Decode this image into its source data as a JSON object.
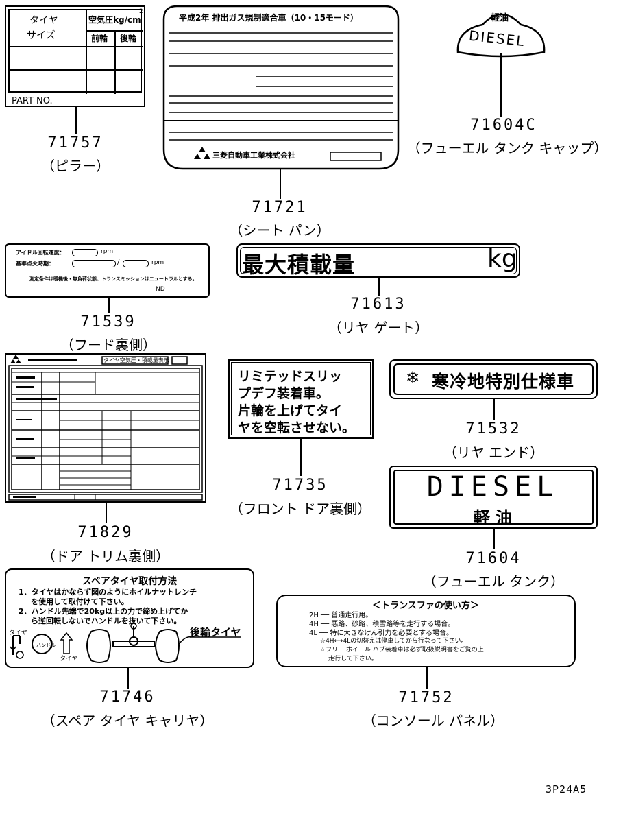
{
  "parts": [
    {
      "number": "71757",
      "caption": "（ピラー）"
    },
    {
      "number": "71721",
      "caption": "（シート パン）"
    },
    {
      "number": "71604C",
      "caption": "（フューエル タンク キャップ）"
    },
    {
      "number": "71539",
      "caption": "（フード裏側）"
    },
    {
      "number": "71613",
      "caption": "（リヤ ゲート）"
    },
    {
      "number": "71829",
      "caption": "（ドア トリム裏側）"
    },
    {
      "number": "71735",
      "caption": "（フロント ドア裏側）"
    },
    {
      "number": "71532",
      "caption": "（リヤ エンド）"
    },
    {
      "number": "71604",
      "caption": "（フューエル タンク）"
    },
    {
      "number": "71746",
      "caption": "（スペア タイヤ キャリヤ）"
    },
    {
      "number": "71752",
      "caption": "（コンソール パネル）"
    }
  ],
  "tire_label": {
    "tire": "タイヤ",
    "size": "サイズ",
    "pressure": "空気圧kg/cm",
    "sup": "2",
    "front": "前輪",
    "rear": "後輪",
    "part_no": "PART NO."
  },
  "emission_label": {
    "header": "平成2年 排出ガス規制適合車（10・15モード）",
    "maker": "三菱自動車工業株式会社"
  },
  "fuel_cap_label": {
    "top": "軽油",
    "word": "DIESEL"
  },
  "idle_label": {
    "line1": "アイドル回転速度：",
    "line2": "基準点火時期：",
    "rpm": "rpm",
    "note": "測定条件は暖機後・無負荷状態、トランスミッションはニュートラルとする。",
    "code": "ND"
  },
  "maxload_label": {
    "text": "最大積載量",
    "unit": "kg"
  },
  "lsd_label": {
    "lines": [
      "リミテッドスリッ",
      "プデフ装着車。",
      "片輪を上げてタイ",
      "ヤを空転させない。"
    ]
  },
  "cold_label": {
    "text": "寒冷地特別仕様車"
  },
  "diesel_label": {
    "word": "DIESEL",
    "sub": "軽 油"
  },
  "spare_label": {
    "title": "スペアタイヤ取付方法",
    "line1": "1．タイヤはかならず図のようにホイルナットレンチ",
    "line1b": "を使用して取付けて下さい。",
    "line2": "2．ハンドル先端で20kg以上の力で締め上げてか",
    "line2b": "ら逆回転しないでハンドルを抜いて下さい。",
    "rear_tire": "後輪タイヤ",
    "tire_left": "タイヤ",
    "handle": "ハンドル",
    "tire_bottom": "タイヤ"
  },
  "transfer_label": {
    "title": "＜トランスファの使い方＞",
    "row1": "2H ── 普通走行用。",
    "row2": "4H ── 悪路、砂路、積雪路等を走行する場合。",
    "row3": "4L ── 特に大きなけん引力を必要とする場合。",
    "row4": "☆4H⟷4Lの切替えは停車してから行なって下さい。",
    "row5": "☆フリー ホイール ハブ装着車は必ず取扱説明書をご覧の上",
    "row6": "走行して下さい。"
  },
  "door_label": {
    "title": "タイヤ空気圧・積載量表示"
  },
  "figure_code": "3P24A5"
}
